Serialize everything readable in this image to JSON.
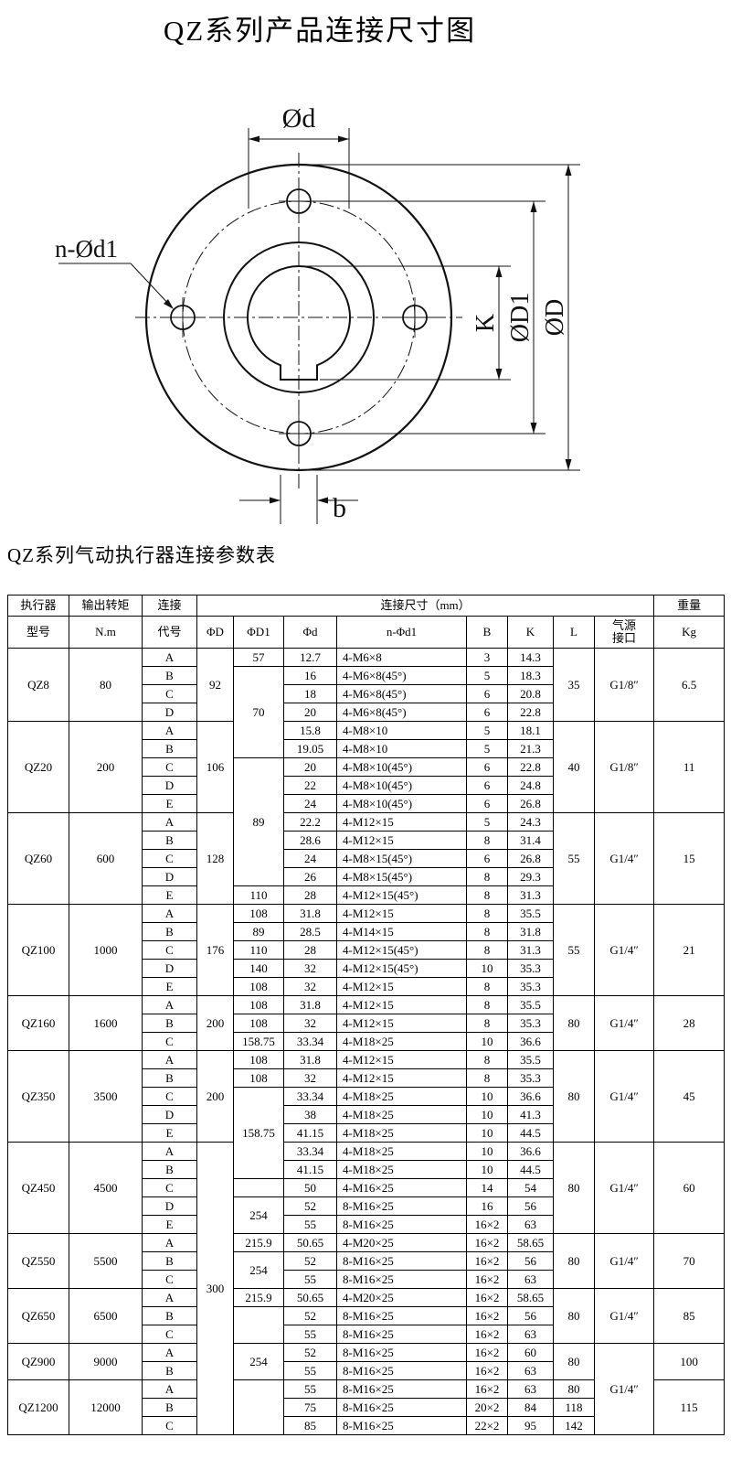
{
  "page": {
    "title": "QZ系列产品连接尺寸图",
    "table_heading": "QZ系列气动执行器连接参数表"
  },
  "drawing": {
    "dim_bore": "Ød",
    "dim_bolt_holes": "n-Ød1",
    "dim_key": "K",
    "dim_bolt_circle": "ØD1",
    "dim_outer": "ØD",
    "dim_key_width": "b"
  },
  "table": {
    "header_row1": [
      {
        "t": "执行器"
      },
      {
        "t": "输出转矩"
      },
      {
        "t": "连接"
      },
      {
        "t": "连接尺寸（mm）",
        "cs": 8
      },
      {
        "t": "重量"
      }
    ],
    "header_row2": [
      {
        "t": "型号"
      },
      {
        "t": "N.m"
      },
      {
        "t": "代号"
      },
      {
        "t": "ΦD"
      },
      {
        "t": "ΦD1"
      },
      {
        "t": "Φd"
      },
      {
        "t": "n-Φd1"
      },
      {
        "t": "B"
      },
      {
        "t": "K"
      },
      {
        "t": "L"
      },
      {
        "t": "气源\n接口",
        "pre": 1
      },
      {
        "t": "Kg"
      }
    ],
    "rows": [
      [
        {
          "t": "QZ8",
          "rs": 4
        },
        {
          "t": "80",
          "rs": 4
        },
        {
          "t": "A"
        },
        {
          "t": "92",
          "rs": 4
        },
        {
          "t": "57"
        },
        {
          "t": "12.7"
        },
        {
          "t": "4-M6×8",
          "al": 1
        },
        {
          "t": "3"
        },
        {
          "t": "14.3"
        },
        {
          "t": "35",
          "rs": 4
        },
        {
          "t": "G1/8″",
          "rs": 4
        },
        {
          "t": "6.5",
          "rs": 4
        }
      ],
      [
        {
          "t": "B"
        },
        {
          "t": "70",
          "rs": 5
        },
        {
          "t": "16"
        },
        {
          "t": "4-M6×8(45°)",
          "al": 1
        },
        {
          "t": "5"
        },
        {
          "t": "18.3"
        }
      ],
      [
        {
          "t": "C"
        },
        {
          "t": "18"
        },
        {
          "t": "4-M6×8(45°)",
          "al": 1
        },
        {
          "t": "6"
        },
        {
          "t": "20.8"
        }
      ],
      [
        {
          "t": "D"
        },
        {
          "t": "20"
        },
        {
          "t": "4-M6×8(45°)",
          "al": 1
        },
        {
          "t": "6"
        },
        {
          "t": "22.8"
        }
      ],
      [
        {
          "t": "QZ20",
          "rs": 5
        },
        {
          "t": "200",
          "rs": 5
        },
        {
          "t": "A"
        },
        {
          "t": "106",
          "rs": 5
        },
        {
          "t": "15.8"
        },
        {
          "t": "4-M8×10",
          "al": 1
        },
        {
          "t": "5"
        },
        {
          "t": "18.1"
        },
        {
          "t": "40",
          "rs": 5
        },
        {
          "t": "G1/8″",
          "rs": 5
        },
        {
          "t": "11",
          "rs": 5
        }
      ],
      [
        {
          "t": "B"
        },
        {
          "t": "19.05"
        },
        {
          "t": "4-M8×10",
          "al": 1
        },
        {
          "t": "5"
        },
        {
          "t": "21.3"
        }
      ],
      [
        {
          "t": "C"
        },
        {
          "t": "89",
          "rs": 7
        },
        {
          "t": "20"
        },
        {
          "t": "4-M8×10(45°)",
          "al": 1
        },
        {
          "t": "6"
        },
        {
          "t": "22.8"
        }
      ],
      [
        {
          "t": "D"
        },
        {
          "t": "22"
        },
        {
          "t": "4-M8×10(45°)",
          "al": 1
        },
        {
          "t": "6"
        },
        {
          "t": "24.8"
        }
      ],
      [
        {
          "t": "E"
        },
        {
          "t": "24"
        },
        {
          "t": "4-M8×10(45°)",
          "al": 1
        },
        {
          "t": "6"
        },
        {
          "t": "26.8"
        }
      ],
      [
        {
          "t": "QZ60",
          "rs": 5
        },
        {
          "t": "600",
          "rs": 5
        },
        {
          "t": "A"
        },
        {
          "t": "128",
          "rs": 5
        },
        {
          "t": "22.2"
        },
        {
          "t": "4-M12×15",
          "al": 1
        },
        {
          "t": "5"
        },
        {
          "t": "24.3"
        },
        {
          "t": "55",
          "rs": 5
        },
        {
          "t": "G1/4″",
          "rs": 5
        },
        {
          "t": "15",
          "rs": 5
        }
      ],
      [
        {
          "t": "B"
        },
        {
          "t": "28.6"
        },
        {
          "t": "4-M12×15",
          "al": 1
        },
        {
          "t": "8"
        },
        {
          "t": "31.4"
        }
      ],
      [
        {
          "t": "C"
        },
        {
          "t": "24"
        },
        {
          "t": "4-M8×15(45°)",
          "al": 1
        },
        {
          "t": "6"
        },
        {
          "t": "26.8"
        }
      ],
      [
        {
          "t": "D"
        },
        {
          "t": "26"
        },
        {
          "t": "4-M8×15(45°)",
          "al": 1
        },
        {
          "t": "8"
        },
        {
          "t": "29.3"
        }
      ],
      [
        {
          "t": "E"
        },
        {
          "t": "110"
        },
        {
          "t": "28"
        },
        {
          "t": "4-M12×15(45°)",
          "al": 1
        },
        {
          "t": "8"
        },
        {
          "t": "31.3"
        }
      ],
      [
        {
          "t": "QZ100",
          "rs": 5
        },
        {
          "t": "1000",
          "rs": 5
        },
        {
          "t": "A"
        },
        {
          "t": "176",
          "rs": 5
        },
        {
          "t": "108"
        },
        {
          "t": "31.8"
        },
        {
          "t": "4-M12×15",
          "al": 1
        },
        {
          "t": "8"
        },
        {
          "t": "35.5"
        },
        {
          "t": "55",
          "rs": 5
        },
        {
          "t": "G1/4″",
          "rs": 5
        },
        {
          "t": "21",
          "rs": 5
        }
      ],
      [
        {
          "t": "B"
        },
        {
          "t": "89"
        },
        {
          "t": "28.5"
        },
        {
          "t": "4-M14×15",
          "al": 1
        },
        {
          "t": "8"
        },
        {
          "t": "31.8"
        }
      ],
      [
        {
          "t": "C"
        },
        {
          "t": "110"
        },
        {
          "t": "28"
        },
        {
          "t": "4-M12×15(45°)",
          "al": 1
        },
        {
          "t": "8"
        },
        {
          "t": "31.3"
        }
      ],
      [
        {
          "t": "D"
        },
        {
          "t": "140"
        },
        {
          "t": "32"
        },
        {
          "t": "4-M12×15(45°)",
          "al": 1
        },
        {
          "t": "10"
        },
        {
          "t": "35.3"
        }
      ],
      [
        {
          "t": "E"
        },
        {
          "t": "108"
        },
        {
          "t": "32"
        },
        {
          "t": "4-M12×15",
          "al": 1
        },
        {
          "t": "8"
        },
        {
          "t": "35.3"
        }
      ],
      [
        {
          "t": "QZ160",
          "rs": 3
        },
        {
          "t": "1600",
          "rs": 3
        },
        {
          "t": "A"
        },
        {
          "t": "200",
          "rs": 3
        },
        {
          "t": "108"
        },
        {
          "t": "31.8"
        },
        {
          "t": "4-M12×15",
          "al": 1
        },
        {
          "t": "8"
        },
        {
          "t": "35.5"
        },
        {
          "t": "80",
          "rs": 3
        },
        {
          "t": "G1/4″",
          "rs": 3
        },
        {
          "t": "28",
          "rs": 3
        }
      ],
      [
        {
          "t": "B"
        },
        {
          "t": "108"
        },
        {
          "t": "32"
        },
        {
          "t": "4-M12×15",
          "al": 1
        },
        {
          "t": "8"
        },
        {
          "t": "35.3"
        }
      ],
      [
        {
          "t": "C"
        },
        {
          "t": "158.75"
        },
        {
          "t": "33.34"
        },
        {
          "t": "4-M18×25",
          "al": 1
        },
        {
          "t": "10"
        },
        {
          "t": "36.6"
        }
      ],
      [
        {
          "t": "QZ350",
          "rs": 5
        },
        {
          "t": "3500",
          "rs": 5
        },
        {
          "t": "A"
        },
        {
          "t": "200",
          "rs": 5
        },
        {
          "t": "108"
        },
        {
          "t": "31.8"
        },
        {
          "t": "4-M12×15",
          "al": 1
        },
        {
          "t": "8"
        },
        {
          "t": "35.5"
        },
        {
          "t": "80",
          "rs": 5
        },
        {
          "t": "G1/4″",
          "rs": 5
        },
        {
          "t": "45",
          "rs": 5
        }
      ],
      [
        {
          "t": "B"
        },
        {
          "t": "108"
        },
        {
          "t": "32"
        },
        {
          "t": "4-M12×15",
          "al": 1
        },
        {
          "t": "8"
        },
        {
          "t": "35.3"
        }
      ],
      [
        {
          "t": "C"
        },
        {
          "t": "158.75",
          "rs": 5
        },
        {
          "t": "33.34"
        },
        {
          "t": "4-M18×25",
          "al": 1
        },
        {
          "t": "10"
        },
        {
          "t": "36.6"
        }
      ],
      [
        {
          "t": "D"
        },
        {
          "t": "38"
        },
        {
          "t": "4-M18×25",
          "al": 1
        },
        {
          "t": "10"
        },
        {
          "t": "41.3"
        }
      ],
      [
        {
          "t": "E"
        },
        {
          "t": "41.15"
        },
        {
          "t": "4-M18×25",
          "al": 1
        },
        {
          "t": "10"
        },
        {
          "t": "44.5"
        }
      ],
      [
        {
          "t": "QZ450",
          "rs": 5
        },
        {
          "t": "4500",
          "rs": 5
        },
        {
          "t": "A"
        },
        {
          "t": "300",
          "rs": 16
        },
        {
          "t": "33.34"
        },
        {
          "t": "4-M18×25",
          "al": 1
        },
        {
          "t": "10"
        },
        {
          "t": "36.6"
        },
        {
          "t": "80",
          "rs": 5
        },
        {
          "t": "G1/4″",
          "rs": 5
        },
        {
          "t": "60",
          "rs": 5
        }
      ],
      [
        {
          "t": "B"
        },
        {
          "t": "41.15"
        },
        {
          "t": "4-M18×25",
          "al": 1
        },
        {
          "t": "10"
        },
        {
          "t": "44.5"
        }
      ],
      [
        {
          "t": "C"
        },
        {
          "t": ""
        },
        {
          "t": "50"
        },
        {
          "t": "4-M16×25",
          "al": 1
        },
        {
          "t": "14"
        },
        {
          "t": "54"
        }
      ],
      [
        {
          "t": "D"
        },
        {
          "t": "254",
          "rs": 2
        },
        {
          "t": "52"
        },
        {
          "t": "8-M16×25",
          "al": 1
        },
        {
          "t": "16"
        },
        {
          "t": "56"
        }
      ],
      [
        {
          "t": "E"
        },
        {
          "t": "55"
        },
        {
          "t": "8-M16×25",
          "al": 1
        },
        {
          "t": "16×2"
        },
        {
          "t": "63"
        }
      ],
      [
        {
          "t": "QZ550",
          "rs": 3
        },
        {
          "t": "5500",
          "rs": 3
        },
        {
          "t": "A"
        },
        {
          "t": "215.9"
        },
        {
          "t": "50.65"
        },
        {
          "t": "4-M20×25",
          "al": 1
        },
        {
          "t": "16×2"
        },
        {
          "t": "58.65"
        },
        {
          "t": "80",
          "rs": 3
        },
        {
          "t": "G1/4″",
          "rs": 3
        },
        {
          "t": "70",
          "rs": 3
        }
      ],
      [
        {
          "t": "B"
        },
        {
          "t": "254",
          "rs": 2
        },
        {
          "t": "52"
        },
        {
          "t": "8-M16×25",
          "al": 1
        },
        {
          "t": "16×2"
        },
        {
          "t": "56"
        }
      ],
      [
        {
          "t": "C"
        },
        {
          "t": "55"
        },
        {
          "t": "8-M16×25",
          "al": 1
        },
        {
          "t": "16×2"
        },
        {
          "t": "63"
        }
      ],
      [
        {
          "t": "QZ650",
          "rs": 3
        },
        {
          "t": "6500",
          "rs": 3
        },
        {
          "t": "A"
        },
        {
          "t": "215.9"
        },
        {
          "t": "50.65"
        },
        {
          "t": "4-M20×25",
          "al": 1
        },
        {
          "t": "16×2"
        },
        {
          "t": "58.65"
        },
        {
          "t": "80",
          "rs": 3
        },
        {
          "t": "G1/4″",
          "rs": 3
        },
        {
          "t": "85",
          "rs": 3
        }
      ],
      [
        {
          "t": "B"
        },
        {
          "t": "",
          "rs": 2
        },
        {
          "t": "52"
        },
        {
          "t": "8-M16×25",
          "al": 1
        },
        {
          "t": "16×2"
        },
        {
          "t": "56"
        }
      ],
      [
        {
          "t": "C"
        },
        {
          "t": "55"
        },
        {
          "t": "8-M16×25",
          "al": 1
        },
        {
          "t": "16×2"
        },
        {
          "t": "63"
        }
      ],
      [
        {
          "t": "QZ900",
          "rs": 2
        },
        {
          "t": "9000",
          "rs": 2
        },
        {
          "t": "A"
        },
        {
          "t": "254",
          "rs": 2
        },
        {
          "t": "52"
        },
        {
          "t": "8-M16×25",
          "al": 1
        },
        {
          "t": "16×2"
        },
        {
          "t": "60"
        },
        {
          "t": "80",
          "rs": 2
        },
        {
          "t": "G1/4″",
          "rs": 5
        },
        {
          "t": "100",
          "rs": 2
        }
      ],
      [
        {
          "t": "B"
        },
        {
          "t": "55"
        },
        {
          "t": "8-M16×25",
          "al": 1
        },
        {
          "t": "16×2"
        },
        {
          "t": "63"
        }
      ],
      [
        {
          "t": "QZ1200",
          "rs": 3
        },
        {
          "t": "12000",
          "rs": 3
        },
        {
          "t": "A"
        },
        {
          "t": "",
          "rs": 3
        },
        {
          "t": "55"
        },
        {
          "t": "8-M16×25",
          "al": 1
        },
        {
          "t": "16×2"
        },
        {
          "t": "63"
        },
        {
          "t": "80"
        },
        {
          "t": "115",
          "rs": 3
        }
      ],
      [
        {
          "t": "B"
        },
        {
          "t": "75"
        },
        {
          "t": "8-M16×25",
          "al": 1
        },
        {
          "t": "20×2"
        },
        {
          "t": "84"
        },
        {
          "t": "118"
        }
      ],
      [
        {
          "t": "C"
        },
        {
          "t": "85"
        },
        {
          "t": "8-M16×25",
          "al": 1
        },
        {
          "t": "22×2"
        },
        {
          "t": "95"
        },
        {
          "t": "142"
        }
      ]
    ]
  }
}
